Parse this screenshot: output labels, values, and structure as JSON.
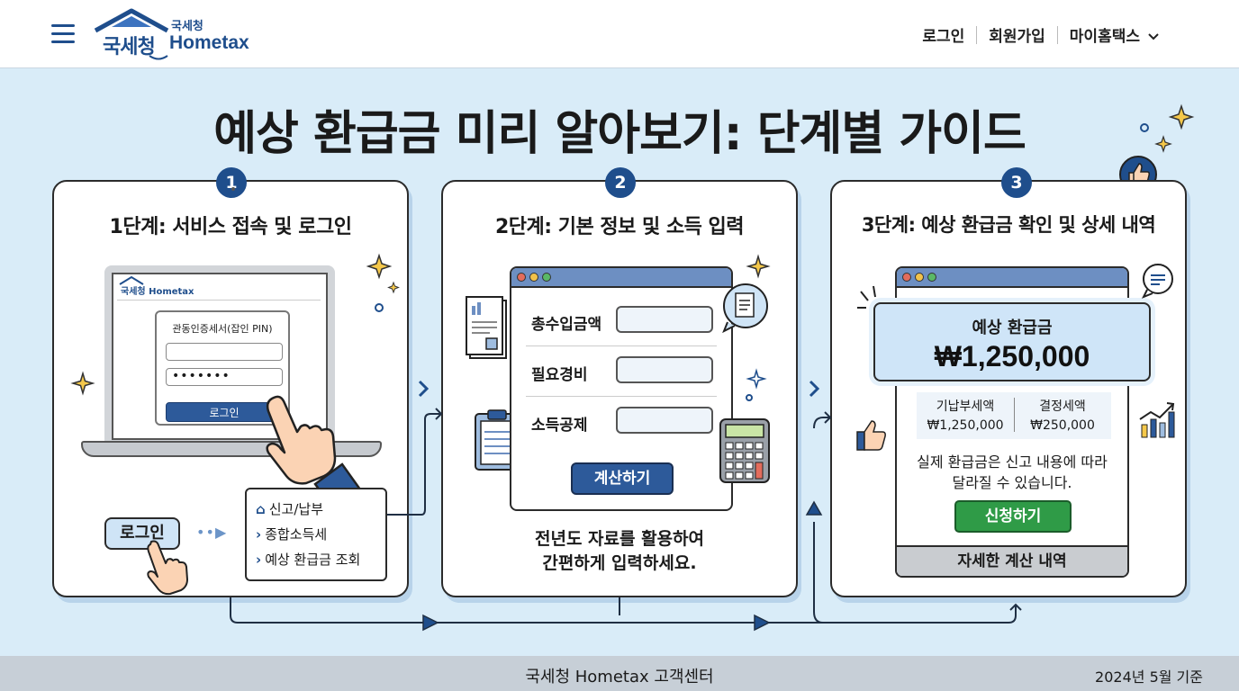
{
  "header": {
    "logo": {
      "small": "국세청",
      "kr": "국세청",
      "brand": "Hometax"
    },
    "nav": {
      "login": "로그인",
      "signup": "회원가입",
      "myhometax": "마이홈택스"
    }
  },
  "title": "예상 환급금 미리 알아보기: 단계별 가이드",
  "step1": {
    "num": "1",
    "title": "1단계: 서비스 접속 및 로그인",
    "mini_logo": "국세청 Hometax",
    "cert_label": "관동인증세서(잡인 PIN)",
    "password_mask": "•••••••",
    "login_button": "로그인",
    "login_pill": "로그인",
    "menu": {
      "home": "신고/납부",
      "item1": "종합소득세",
      "item2": "예상 환급금 조회"
    }
  },
  "step2": {
    "num": "2",
    "title": "2단계: 기본 정보 및 소득 입력",
    "fields": {
      "total_income": "총수입금액",
      "expenses": "필요경비",
      "deduction": "소득공제"
    },
    "calc_button": "계산하기",
    "note_line1": "전년도 자료를 활용하여",
    "note_line2": "간편하게 입력하세요."
  },
  "step3": {
    "num": "3",
    "title": "3단계: 예상 환급금 확인 및 상세 내역",
    "refund_label": "예상 환급금",
    "refund_amount": "₩1,250,000",
    "prepaid_label": "기납부세액",
    "prepaid_value": "₩1,250,000",
    "determined_label": "결정세액",
    "determined_value": "₩250,000",
    "note_line1": "실제 환급금은 신고 내용에 따라",
    "note_line2": "달라질 수 있습니다.",
    "apply_button": "신청하기",
    "detail_button": "자세한 계산 내역"
  },
  "footer": {
    "center": "국세청 Hometax 고객센터",
    "right": "2024년 5월 기준"
  },
  "colors": {
    "brand": "#1f4e8c",
    "background": "#d9ecf8",
    "apply_green": "#2f9b47"
  },
  "icons": [
    "hamburger-icon",
    "chevron-down-icon",
    "sparkle-icon",
    "pointing-hand-icon",
    "document-icon",
    "clipboard-icon",
    "calculator-icon",
    "thumbs-up-icon",
    "chat-bubble-icon",
    "growth-chart-icon",
    "home-icon"
  ]
}
